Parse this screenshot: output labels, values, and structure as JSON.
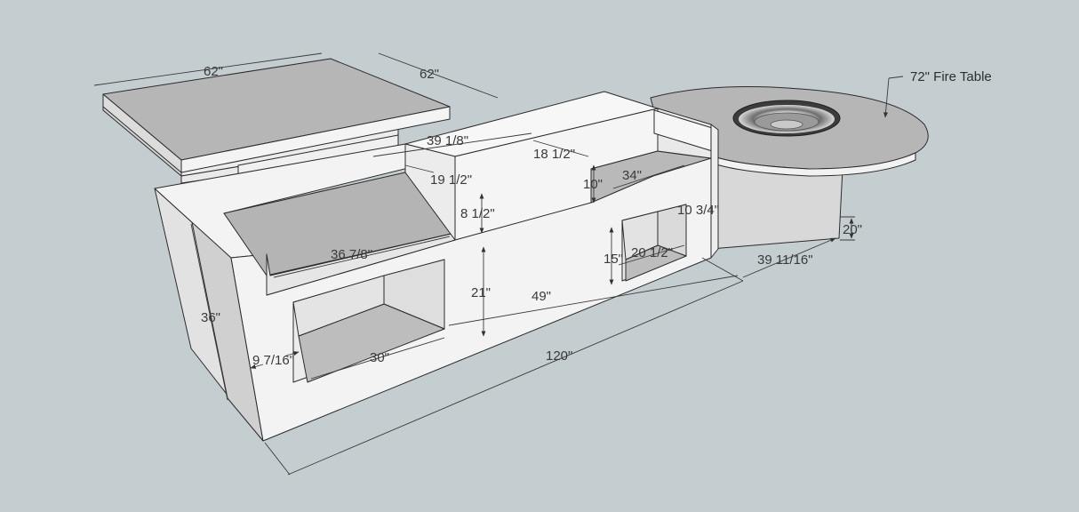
{
  "callout": {
    "fire_table": "72\" Fire Table"
  },
  "dims": {
    "slab_depth": "62\"",
    "slab_width": "62\"",
    "raised_length": "39 1/8\"",
    "raised_depth": "18 1/2\"",
    "step_depth": "19 1/2\"",
    "step_height": "8 1/2\"",
    "counter_left": "36 7/8\"",
    "right_counter": "34\"",
    "backsplash": "10\"",
    "door_small_height": "10 3/4\"",
    "door_small_depth": "20 1/2\"",
    "door_small_width": "15\"",
    "fire_base_height": "20\"",
    "fire_offset": "39 11/16\"",
    "opening_height": "21\"",
    "opening_span": "49\"",
    "height": "36\"",
    "total_length": "120\"",
    "opening_width": "30\"",
    "end_thickness": "9 7/16\""
  },
  "colors": {
    "background": "#c4ced0",
    "face_light": "#f2f2f2",
    "face_mid": "#e3e3e3",
    "surface_dark": "#b3b3b3",
    "edge": "#2b2b2b"
  }
}
